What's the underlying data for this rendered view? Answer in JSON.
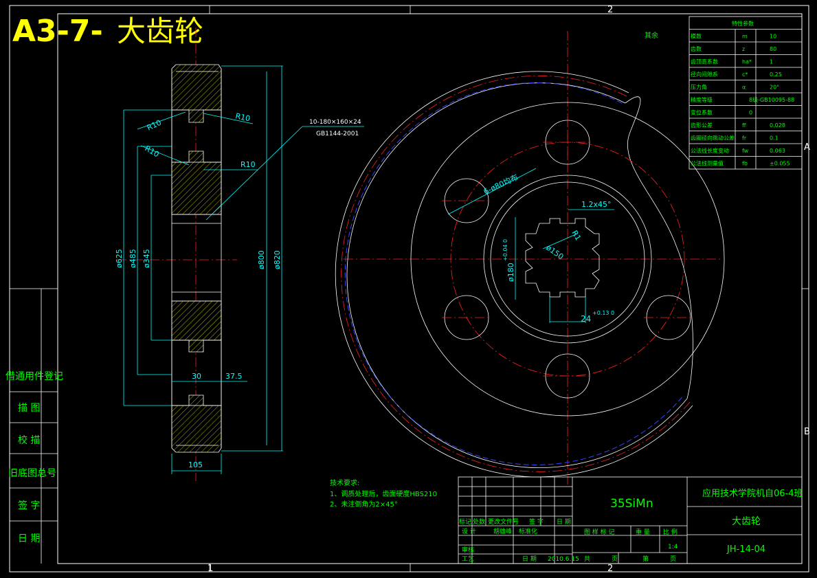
{
  "title": {
    "prefix": "A3-7-",
    "cn": "大齿轮"
  },
  "section_view": {
    "dims": {
      "d625": "ø625",
      "d485": "ø485",
      "d345": "ø345",
      "d800": "ø800",
      "d820": "ø820",
      "r1": "R10",
      "r2": "R10",
      "r3": "R10",
      "r4": "R10",
      "w30": "30",
      "w37": "37.5",
      "w105": "105"
    },
    "leader": {
      "line1": "10-180×160×24",
      "line2": "GB1144-2001"
    }
  },
  "front_view": {
    "holes": "6-ø80均布",
    "chamfer": "1.2x45°",
    "r1": "R1",
    "bore": "ø150",
    "spline_d": "ø180",
    "spline_tol": "+0.04\n0",
    "keyway": "24",
    "keyway_tol": "+0.13\n0"
  },
  "params": {
    "header": "特性参数",
    "rows": [
      {
        "name": "模数",
        "sym": "m",
        "val": "10"
      },
      {
        "name": "齿数",
        "sym": "z",
        "val": "80"
      },
      {
        "name": "齿顶高系数",
        "sym": "ha*",
        "val": "1"
      },
      {
        "name": "径向间隙系",
        "sym": "c*",
        "val": "0.25"
      },
      {
        "name": "压力角",
        "sym": "α",
        "val": "20°"
      },
      {
        "name": "精度等级",
        "sym": "",
        "val": "8级-GB10095-88"
      },
      {
        "name": "变位系数",
        "sym": "",
        "val": "0"
      },
      {
        "name": "齿形公差",
        "sym": "ff",
        "val": "0.028"
      },
      {
        "name": "齿圈径向跳动公差",
        "sym": "fr",
        "val": "0.1"
      },
      {
        "name": "公法线长度变动",
        "sym": "fw",
        "val": "0.063"
      },
      {
        "name": "公法线测量值",
        "sym": "fb",
        "val": "±0.055"
      }
    ]
  },
  "qiyu": "其余",
  "tech": {
    "title": "技术要求:",
    "lines": [
      "1、调质处理后，齿面硬度HBS210",
      "2、未注倒角为2×45°"
    ]
  },
  "left_column": [
    "借通用件登记",
    "描 图",
    "校 描",
    "旧底图总号",
    "签 字",
    "日 期"
  ],
  "title_block": {
    "material": "35SiMn",
    "school": "应用技术学院机自06-4班",
    "name": "大齿轮",
    "code": "JH-14-04",
    "labels": [
      "标记",
      "处数",
      "更改文件号",
      "签 字",
      "日 期"
    ],
    "design_label": "设 计",
    "designer": "胡雄峰",
    "std_label": "标准化",
    "review": "审核",
    "process": "工艺",
    "date_label": "日 期",
    "date": "2010.6.15",
    "stage": "图 样 标 记",
    "weight": "重 量",
    "scale_label": "比 例",
    "scale": "1:4",
    "total": "共",
    "page": "页",
    "sheet": "第",
    "page2": "页"
  },
  "zones": {
    "top2": "2",
    "bot1": "1",
    "bot2": "2",
    "rightA": "A",
    "rightB": "B"
  },
  "colors": {
    "green": "#00ff00",
    "cyan": "#00ffff",
    "red": "#ff2020",
    "blue": "#3344ff",
    "yellow": "#ffff00"
  }
}
